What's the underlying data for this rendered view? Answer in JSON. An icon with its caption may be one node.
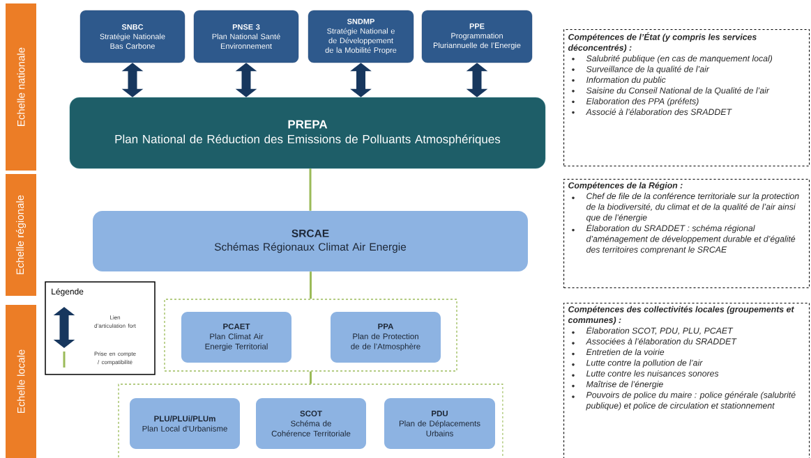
{
  "diagram": {
    "nodes": [
      {
        "text": [
          "Echelle nationale"
        ]
      },
      {
        "text": [
          "Echelle régionale"
        ]
      },
      {
        "text": [
          "Echelle locale"
        ]
      },
      {
        "text": [
          "SNBC",
          "Stratégie Nationale Bas Carbone"
        ]
      },
      {
        "text": [
          "PNSE 3",
          "Plan National Santé Environnement"
        ]
      },
      {
        "text": [
          "SNDMP",
          "Stratégie National e de Développement de la Mobilité Propre"
        ]
      },
      {
        "text": [
          "PPE",
          "Programmation Pluriannuelle de l’Energie"
        ]
      },
      {
        "text": [
          "PREPA",
          "Plan National de Réduction des Emissions de Polluants Atmosphériques"
        ]
      },
      {
        "text": [
          "SRCAE",
          "Schémas Régionaux Climat Air Energie"
        ]
      },
      {
        "text": [],
        "shape": "box"
      },
      {
        "text": [
          "PCAET",
          "Plan Climat Air Energie Territorial"
        ],
        "in": 9
      },
      {
        "text": [
          "PPA",
          "Plan de Protection de de l’Atmosphère"
        ],
        "in": 9
      },
      {
        "text": [],
        "shape": "box"
      },
      {
        "text": [
          "PLU/PLUi/PLUm",
          "Plan Local d’Urbanisme"
        ],
        "in": 12
      },
      {
        "text": [
          "SCOT",
          "Schéma de Cohérence Territoriale"
        ],
        "in": 12
      },
      {
        "text": [
          "PDU",
          "Plan de Déplacements Urbains"
        ],
        "in": 12
      },
      {
        "text": [
          "Compétences de l’État (y compris les services déconcentrés) :",
          "Salubrité publique (en cas de manquement local)",
          "Surveillance de la qualité de l’air",
          "Information du public",
          "Saisine du Conseil National de la Qualité de l’air",
          "Elaboration des PPA (préfets)",
          "Associé à l’élaboration des SRADDET"
        ]
      },
      {
        "text": [
          "Compétences de la Région :",
          "Chef de file de la conférence territoriale sur la protection de la biodiversité, du climat et de la qualité de l’air ainsi que de l’énergie",
          "Élaboration du SRADDET : schéma régional d’aménagement de développement durable et d’égalité des territoires comprenant le SRCAE"
        ]
      },
      {
        "text": [
          "Compétences des collectivités locales (groupements et communes) :",
          "Élaboration SCOT, PDU, PLU, PCAET",
          "Associées à l’élaboration du SRADDET",
          "Entretien de la voirie",
          "Lutte contre la pollution de l’air",
          "Lutte contre les nuisances sonores",
          "Maîtrise de l’énergie",
          "Pouvoirs de police du maire : police générale (salubrité publique) et police de circulation et stationnement"
        ]
      }
    ],
    "edges": [
      {
        "from": 3,
        "to": 7,
        "arrow": "both"
      },
      {
        "from": 4,
        "to": 7,
        "arrow": "both"
      },
      {
        "from": 5,
        "to": 7,
        "arrow": "both"
      },
      {
        "from": 6,
        "to": 7,
        "arrow": "both"
      },
      {
        "from": 7,
        "to": 8,
        "arrow": "none",
        "color": "#9bbb59"
      },
      {
        "from": 8,
        "to": 9,
        "arrow": "none",
        "color": "#9bbb59"
      },
      {
        "from": 9,
        "to": 12,
        "arrow": "none",
        "color": "#9bbb59"
      }
    ],
    "labels": [
      "Légende"
    ],
    "legend": [
      {
        "text": "Lien d’articulation fort"
      },
      {
        "text": "Prise en compte / compatibilité"
      }
    ]
  }
}
